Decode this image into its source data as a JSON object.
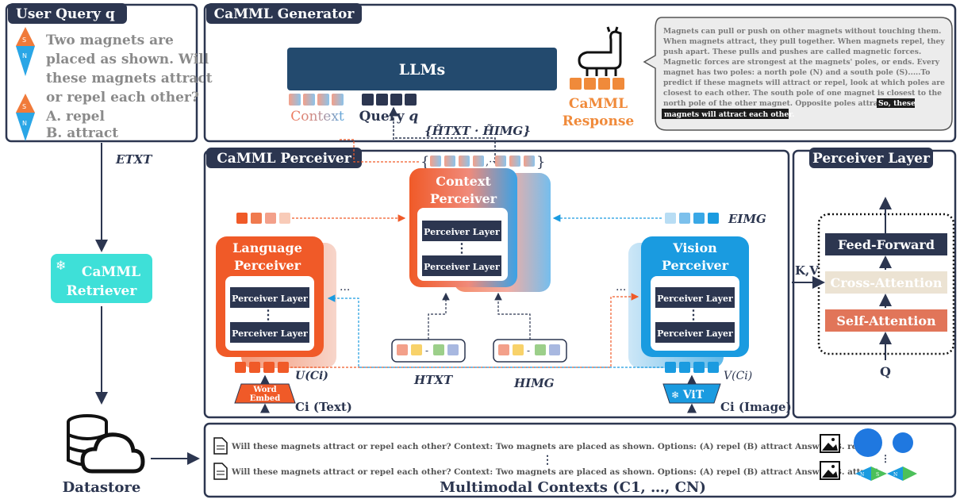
{
  "user_query": {
    "title": "User Query q",
    "title_var": "q",
    "lines": [
      "Two magnets are",
      "placed as shown. Will",
      "these magnets attract",
      "or repel each other?",
      "A. repel",
      "B. attract"
    ],
    "pole_s": "S",
    "pole_n": "N"
  },
  "generator": {
    "title": "CaMML Generator",
    "llm_label": "LLMs",
    "context_label": "Context",
    "query_label": "Query",
    "query_var": "q",
    "response_label_1": "CaMML",
    "response_label_2": "Response",
    "hidden_label": "{H̃TXT · H̃IMG}",
    "response_text": [
      "Magnets can pull or push on other magnets without touching them.",
      "When magnets attract, they pull together. When magnets repel, they",
      "push apart. These pulls and pushes are called magnetic forces.",
      "Magnetic forces are strongest at the magnets' poles, or ends. Every",
      "magnet has two poles: a north pole (N) and a south pole (S).....To",
      "predict if these magnets will attract or repel, look at which poles are",
      "closest to each other. The south pole of one magnet is closest to the",
      "north pole of the other magnet. Opposite poles attract."
    ],
    "response_highlight_1": "So, these",
    "response_highlight_2": "magnets will attract each other."
  },
  "perceiver": {
    "title": "CaMML Perceiver",
    "context_perceiver": [
      "Context",
      "Perceiver"
    ],
    "language_perceiver": [
      "Language",
      "Perceiver"
    ],
    "vision_perceiver": [
      "Vision",
      "Perceiver"
    ],
    "layer_label": "Perceiver Layer",
    "vdots": "⋮",
    "ellipsis": "...",
    "e_img": "EIMG",
    "h_txt": "HTXT",
    "h_img": "HIMG",
    "u_ci": "U(Ci)",
    "v_ci": "V(Ci)",
    "word_embed": [
      "Word",
      "Embed"
    ],
    "vit": "ViT",
    "ci_text": "Ci (Text)",
    "ci_image": "Ci (Image)",
    "top_tokens": "{ ,···, }"
  },
  "perceiver_layer": {
    "title": "Perceiver Layer",
    "feed_forward": "Feed-Forward",
    "cross_attention": "Cross-Attention",
    "self_attention": "Self-Attention",
    "kv": "K,V",
    "q": "Q"
  },
  "retriever": {
    "e_txt": "ETXT",
    "label": [
      "CaMML",
      "Retriever"
    ],
    "datastore": "Datastore"
  },
  "contexts": {
    "title": "Multimodal Contexts (C1, …, CN)",
    "row1": "Will these magnets attract or repel each other? Context: Two magnets are placed as shown. Options: (A) repel (B) attract Answer: B. repel",
    "row2": "Will these magnets attract or repel each other? Context: Two magnets are placed as shown. Options: (A) repel (B) attract Answer: B. attract",
    "vdots": "⋮"
  },
  "colors": {
    "dark_navy": "#2c3650",
    "llm_blue": "#234a6e",
    "orange": "#f05a28",
    "blue": "#1a9be0",
    "teal": "#3ee0d8",
    "response_orange": "#f08a3a",
    "context_pink": "#e66a7a",
    "self_attn": "#e17559",
    "cross_attn": "#ece3d3"
  }
}
